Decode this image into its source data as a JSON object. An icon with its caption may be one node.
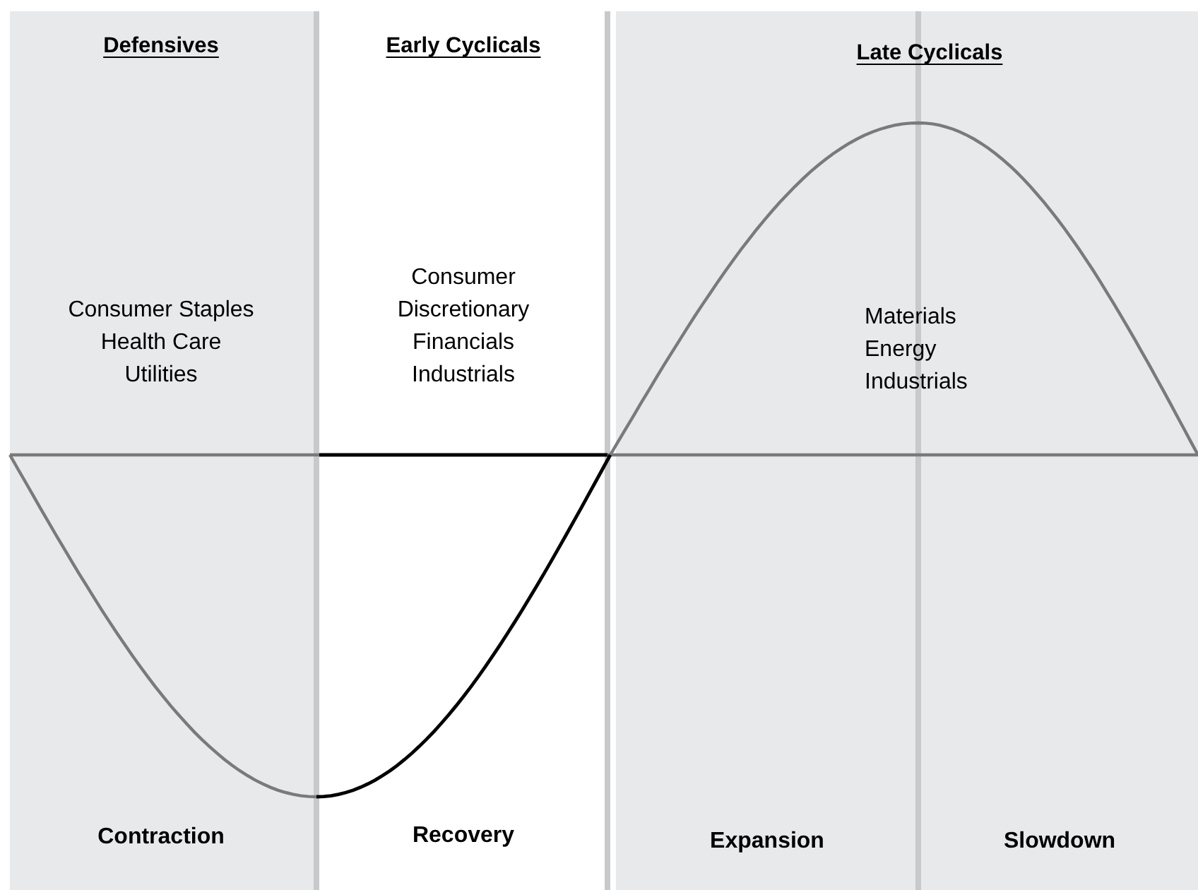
{
  "diagram": {
    "nodes": [
      {
        "text": [
          "Defensives",
          "Consumer Staples",
          "Health Care",
          "Utilities"
        ]
      },
      {
        "text": [
          "Early Cyclicals",
          "Consumer",
          "Discretionary",
          "Financials",
          "Industrials"
        ]
      },
      {
        "text": [
          "Late Cyclicals",
          "Materials",
          "Energy",
          "Industrials"
        ]
      }
    ],
    "edges": [],
    "labels": [
      "Contraction",
      "Recovery",
      "Expansion",
      "Slowdown"
    ]
  }
}
